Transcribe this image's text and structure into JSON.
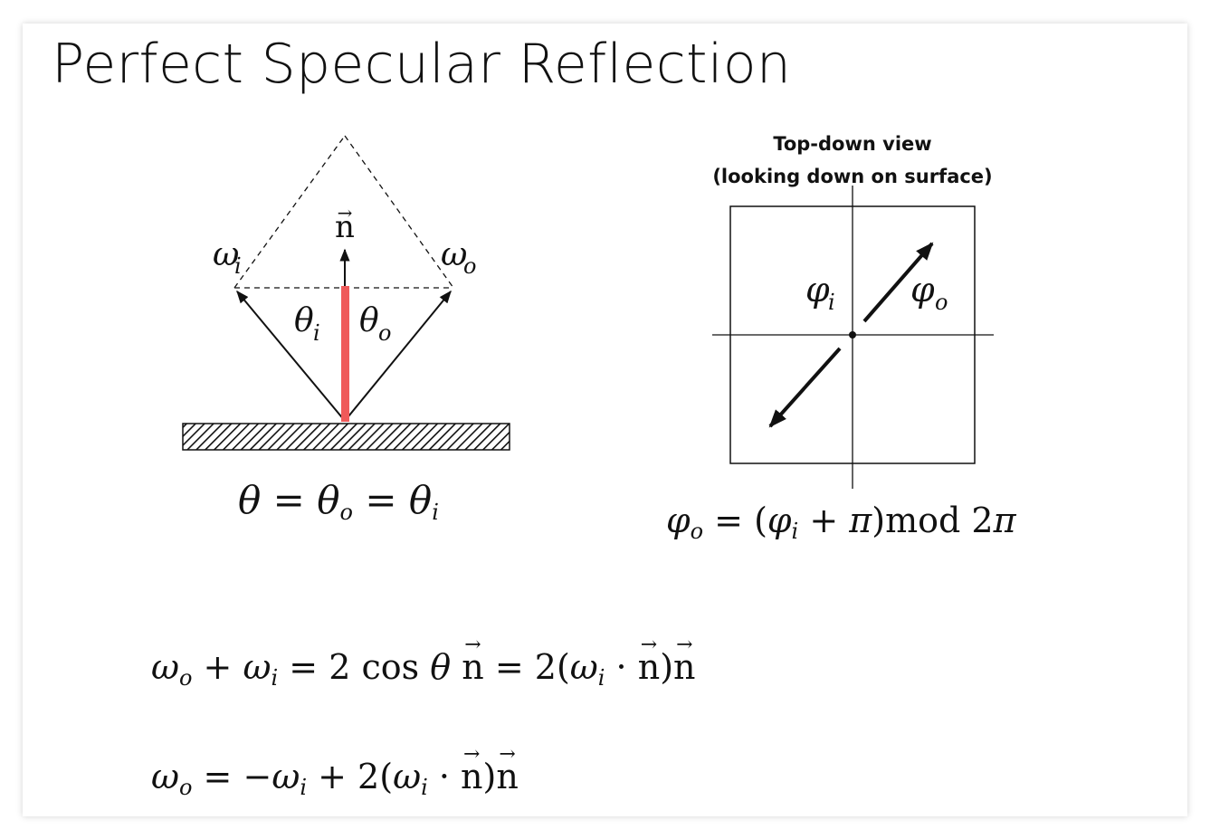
{
  "slide": {
    "title": "Perfect Specular Reflection"
  },
  "left_diagram": {
    "labels": {
      "normal": "n",
      "incident": "ω",
      "incident_sub": "i",
      "outgoing": "ω",
      "outgoing_sub": "o",
      "theta_i": "θ",
      "theta_i_sub": "i",
      "theta_o": "θ",
      "theta_o_sub": "o"
    },
    "colors": {
      "normal_bar": "#ef5a5a"
    }
  },
  "right_diagram": {
    "caption_line1": "Top-down view",
    "caption_line2": "(looking down on surface)",
    "labels": {
      "phi_i": "φ",
      "phi_i_sub": "i",
      "phi_o": "φ",
      "phi_o_sub": "o"
    }
  },
  "equations": {
    "theta": {
      "a": "θ",
      "eq1": "=",
      "b": "θ",
      "b_sub": "o",
      "eq2": "=",
      "c": "θ",
      "c_sub": "i"
    },
    "phi": {
      "lhs": "φ",
      "lhs_sub": "o",
      "eq": "=",
      "open": "(",
      "a": "φ",
      "a_sub": "i",
      "plus": "+",
      "pi": "π",
      "close": ")",
      "mod": "mod",
      "two": "2",
      "pi2": "π"
    },
    "sum": {
      "w1": "ω",
      "w1_sub": "o",
      "plus": "+",
      "w2": "ω",
      "w2_sub": "i",
      "eq1": "=",
      "two": "2",
      "cos": "cos",
      "theta": "θ",
      "n1": "n",
      "eq2": "=",
      "two2": "2",
      "open": "(",
      "w3": "ω",
      "w3_sub": "i",
      "dot": "·",
      "n2": "n",
      "close": ")",
      "n3": "n"
    },
    "solve": {
      "w1": "ω",
      "w1_sub": "o",
      "eq": "=",
      "neg": "−",
      "w2": "ω",
      "w2_sub": "i",
      "plus": "+",
      "two": "2",
      "open": "(",
      "w3": "ω",
      "w3_sub": "i",
      "dot": "·",
      "n1": "n",
      "close": ")",
      "n2": "n"
    }
  }
}
